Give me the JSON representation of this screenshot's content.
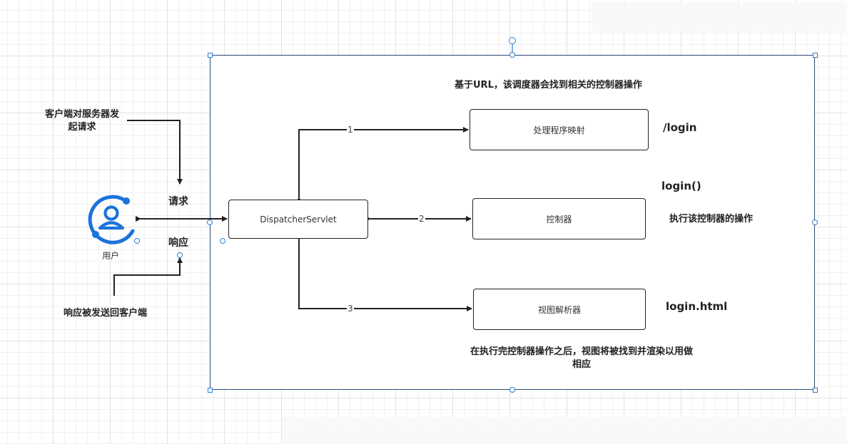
{
  "user": {
    "label": "用户",
    "accent": "#1a73d9"
  },
  "nodes": {
    "dispatcher": "DispatcherServlet",
    "handler_mapping": "处理程序映射",
    "controller": "控制器",
    "view_resolver": "视图解析器"
  },
  "edge_labels": {
    "e1": "1",
    "e2": "2",
    "e3": "3"
  },
  "labels": {
    "request": "请求",
    "response": "响应",
    "client_request_l1": "客户端对服务器发",
    "client_request_l2": "起请求",
    "response_sent": "响应被发送回客户端",
    "top_note": "基于URL，该调度器会找到相关的控制器操作",
    "login_path": "/login",
    "login_method": "login()",
    "controller_note": "执行该控制器的操作",
    "login_html": "login.html",
    "bottom_note_l1": "在执行完控制器操作之后，视图将被找到并渲染以用做",
    "bottom_note_l2": "相应"
  }
}
